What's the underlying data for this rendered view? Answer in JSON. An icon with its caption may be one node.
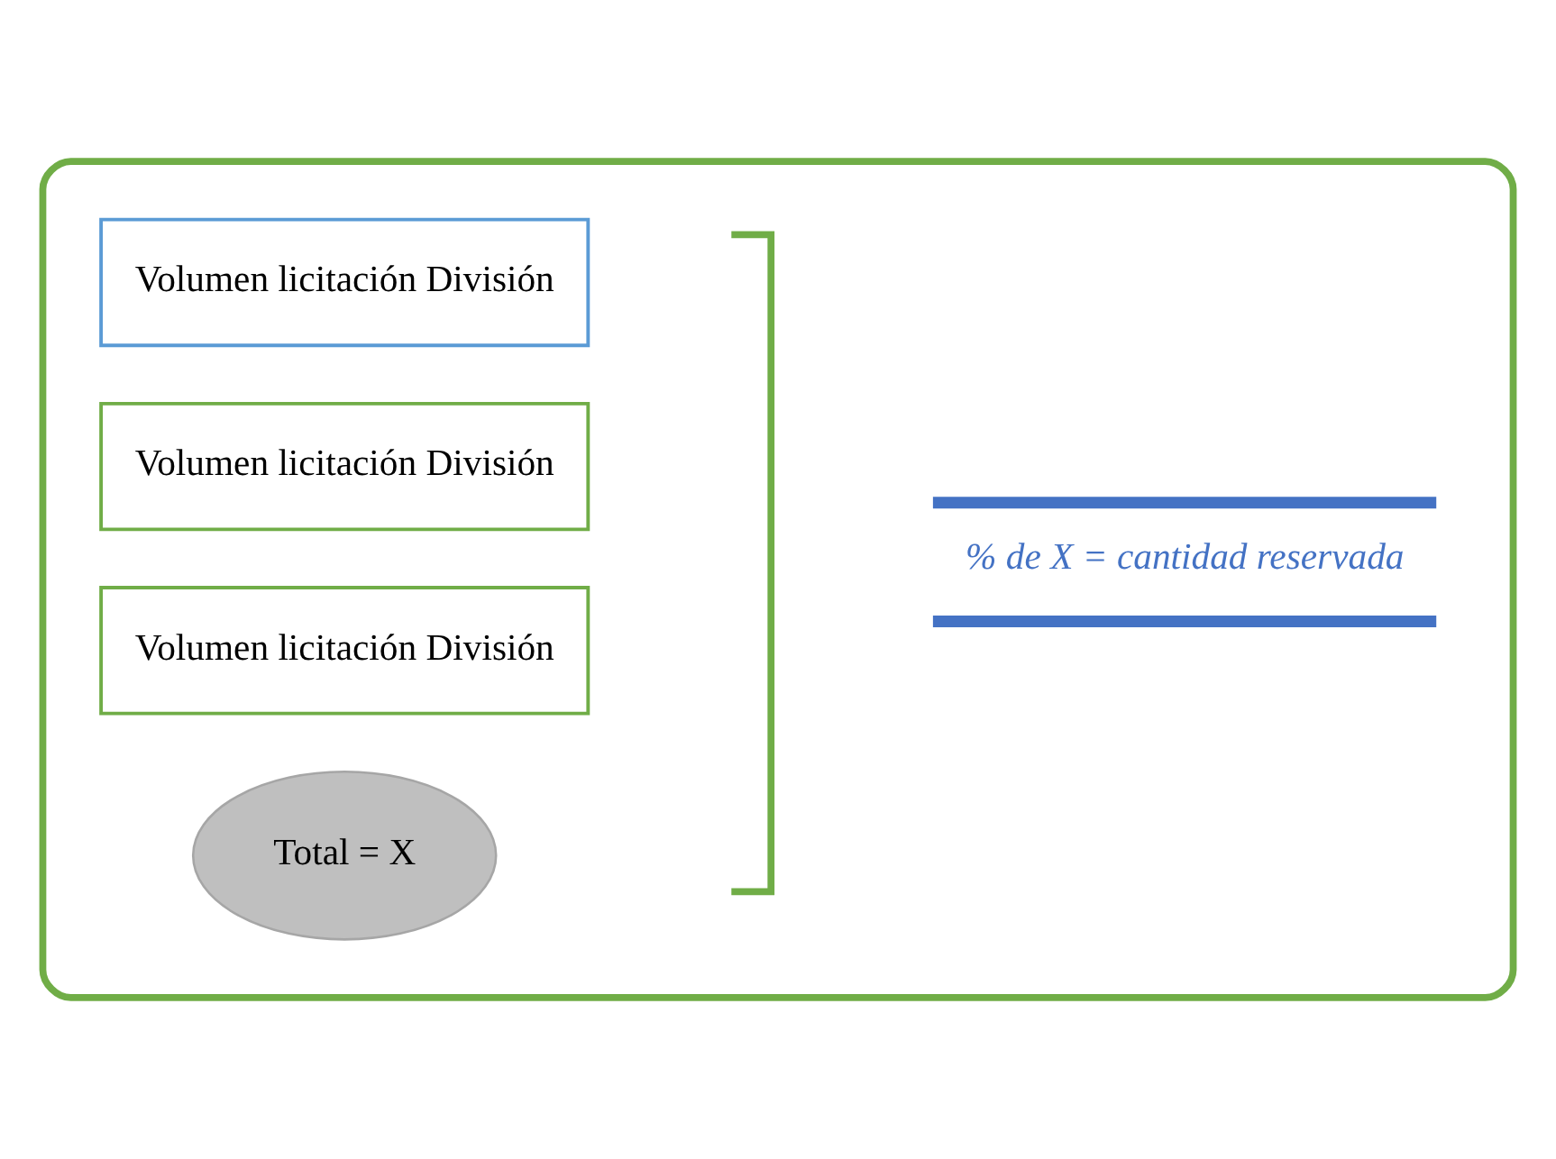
{
  "diagram": {
    "nodes": [
      {
        "text": [],
        "shape": "box"
      },
      {
        "text": [
          "Volumen licitación División"
        ],
        "in": 0
      },
      {
        "text": [
          "Volumen licitación División"
        ],
        "in": 0
      },
      {
        "text": [
          "Volumen licitación División"
        ],
        "in": 0
      },
      {
        "text": [
          "Total = X"
        ],
        "in": 0
      },
      {
        "text": [
          "% de X = cantidad reservada"
        ],
        "in": 0
      }
    ]
  }
}
